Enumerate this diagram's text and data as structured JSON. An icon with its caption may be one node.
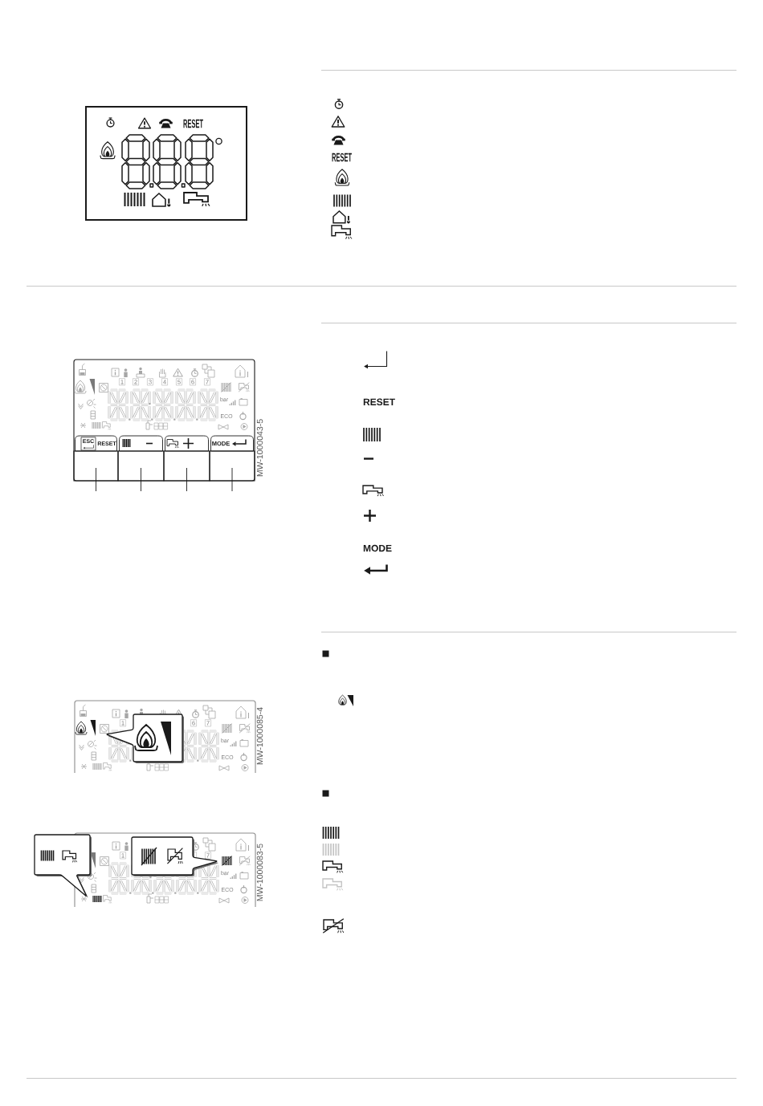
{
  "diagram": {
    "nodes": [
      {
        "text": [],
        "shape": "box"
      },
      {
        "text": [],
        "shape": "box"
      },
      {
        "text": [],
        "shape": "box"
      },
      {
        "text": [],
        "shape": "box"
      }
    ],
    "edges": [
      {
        "from": null,
        "to": 0,
        "arrow": "none"
      },
      {
        "from": null,
        "to": 1,
        "arrow": "none"
      },
      {
        "from": null,
        "to": 2,
        "arrow": "none"
      },
      {
        "from": null,
        "to": 3,
        "arrow": "none"
      }
    ],
    "labels": [
      "RESET",
      "RESET",
      "1",
      "2",
      "3",
      "4",
      "5",
      "6",
      "7",
      "bar",
      "ECO",
      "ESC",
      "RESET",
      "MODE",
      "MW-1000043-5",
      "RESET",
      "MODE",
      "1",
      "6",
      "7",
      "bar",
      "ECO",
      "MW-1000085-4",
      "1",
      "7",
      "bar",
      "ECO",
      "MW-1000083-5"
    ]
  }
}
